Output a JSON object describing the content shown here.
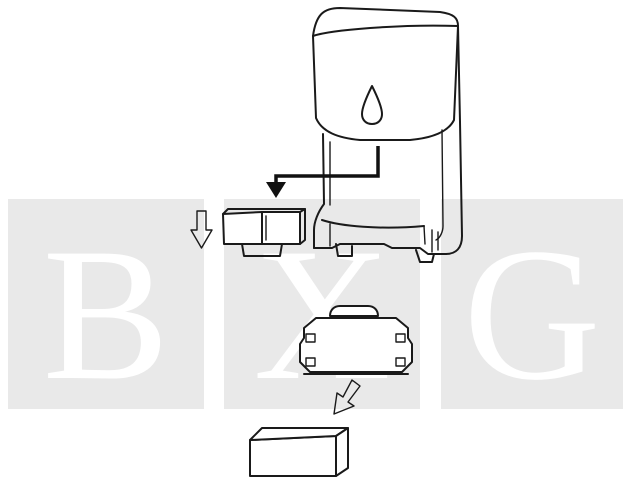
{
  "watermark": {
    "letters": [
      "B",
      "X",
      "G"
    ],
    "panel_color": "#e9e9e9",
    "letter_color": "#ffffff"
  },
  "diagram": {
    "line_color": "#1a1a1a",
    "icons": [
      "soap-dispenser-icon",
      "droplet-icon",
      "insertion-arrow-icon",
      "down-arrow-icon",
      "diagonal-arrow-icon"
    ]
  }
}
